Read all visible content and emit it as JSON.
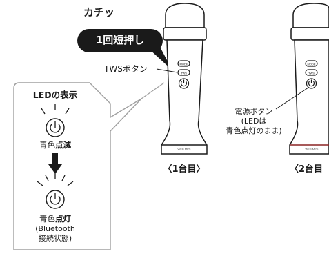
{
  "labels": {
    "click_sound": "カチッ",
    "press_instruction": "1回短押し",
    "tws_button": "TWSボタン",
    "power_button": [
      "電源ボタン",
      "(LEDは",
      "青色点灯のまま)"
    ],
    "mic1_caption": "〈1台目〉",
    "mic2_caption": "〈2台目"
  },
  "led_panel": {
    "title": "LEDの表示",
    "state1": {
      "prefix": "青色",
      "emph": "点滅"
    },
    "state2": {
      "prefix": "青色",
      "emph": "点灯"
    },
    "state2_note": [
      "(Bluetooth",
      "接続状態)"
    ]
  },
  "device": {
    "button_labels": [
      "MODE",
      "TWS"
    ],
    "base_text": "WEB MPS"
  },
  "colors": {
    "outline": "#1a1a1a",
    "panel_border": "#a0a0a0",
    "bubble": "#1a1a1a",
    "bubble_text": "#ffffff",
    "accent_base": "#8b2323"
  }
}
